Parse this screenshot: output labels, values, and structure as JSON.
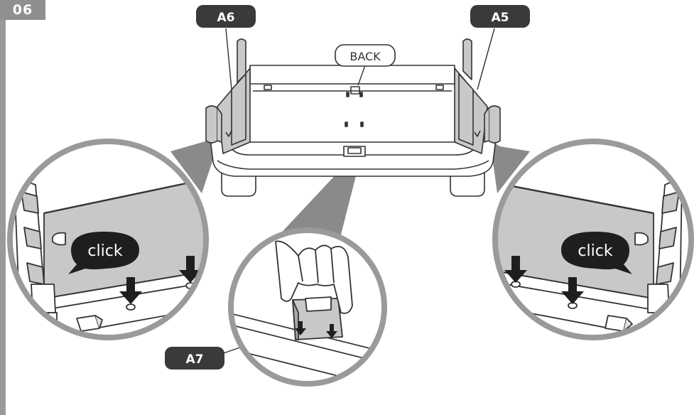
{
  "step": {
    "number": "06"
  },
  "labels": {
    "a6": "A6",
    "a5": "A5",
    "a7": "A7",
    "back": "BACK"
  },
  "callouts": {
    "left_click": "click",
    "right_click": "click"
  },
  "colors": {
    "label_fill": "#3a3a3a",
    "panel_fill": "#c8c8c8",
    "cone_fill": "#8a8a8a",
    "stroke": "#333333",
    "badge_fill": "#8f8f8f"
  }
}
